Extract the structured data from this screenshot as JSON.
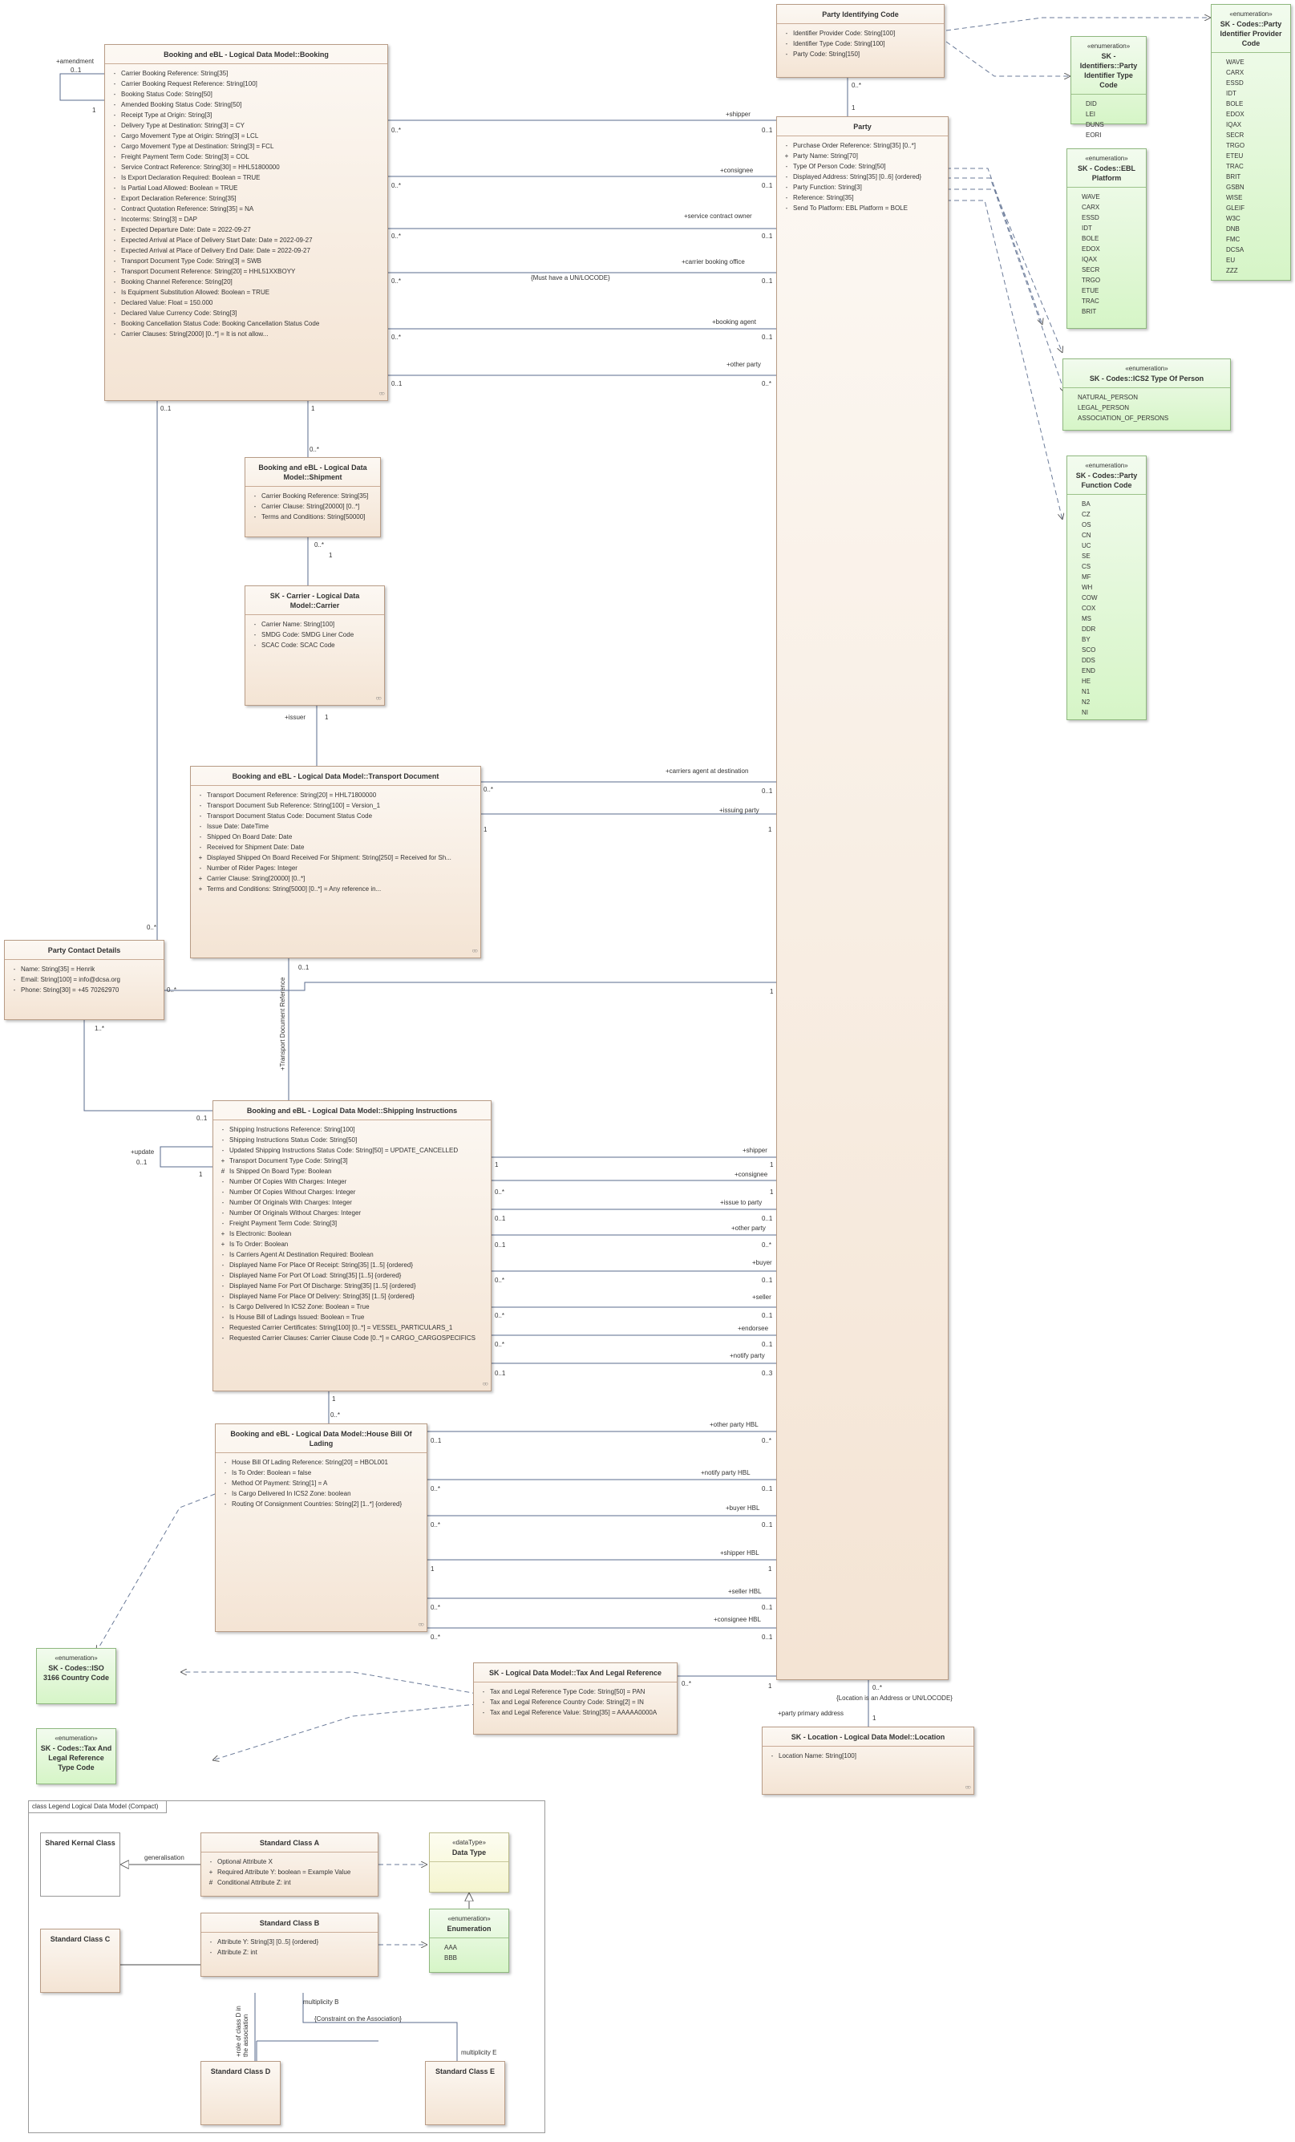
{
  "legend_frame_title": "class Legend Logical Data Model (Compact)",
  "classes": {
    "booking": {
      "name": "Booking and eBL - Logical Data Model::Booking",
      "attributes": [
        {
          "vis": "-",
          "text": "Carrier Booking Reference: String[35]"
        },
        {
          "vis": "-",
          "text": "Carrier Booking Request Reference: String[100]"
        },
        {
          "vis": "-",
          "text": "Booking Status Code: String[50]"
        },
        {
          "vis": "-",
          "text": "Amended Booking Status Code: String[50]"
        },
        {
          "vis": "-",
          "text": "Receipt Type at Origin: String[3]"
        },
        {
          "vis": "-",
          "text": "Delivery Type at Destination: String[3] = CY"
        },
        {
          "vis": "-",
          "text": "Cargo Movement Type at Origin: String[3] = LCL"
        },
        {
          "vis": "-",
          "text": "Cargo Movement Type at Destination: String[3] = FCL"
        },
        {
          "vis": "-",
          "text": "Freight Payment Term Code: String[3] = COL"
        },
        {
          "vis": "-",
          "text": "Service Contract Reference: String[30] = HHL51800000"
        },
        {
          "vis": "-",
          "text": "Is Export Declaration Required: Boolean = TRUE"
        },
        {
          "vis": "-",
          "text": "Is Partial Load Allowed: Boolean = TRUE"
        },
        {
          "vis": "-",
          "text": "Export Declaration Reference: String[35]"
        },
        {
          "vis": "-",
          "text": "Contract Quotation Reference: String[35] = NA"
        },
        {
          "vis": "-",
          "text": "Incoterms: String[3] = DAP"
        },
        {
          "vis": "-",
          "text": "Expected Departure Date: Date = 2022-09-27"
        },
        {
          "vis": "-",
          "text": "Expected Arrival at Place of Delivery Start Date: Date = 2022-09-27"
        },
        {
          "vis": "-",
          "text": "Expected Arrival at Place of Delivery End Date: Date = 2022-09-27"
        },
        {
          "vis": "-",
          "text": "Transport Document Type Code: String[3] = SWB"
        },
        {
          "vis": "-",
          "text": "Transport Document Reference: String[20] = HHL51XXBOYY"
        },
        {
          "vis": "-",
          "text": "Booking Channel Reference: String[20]"
        },
        {
          "vis": "-",
          "text": "Is Equipment Substitution Allowed: Boolean = TRUE"
        },
        {
          "vis": "-",
          "text": "Declared Value: Float = 150.000"
        },
        {
          "vis": "-",
          "text": "Declared Value Currency Code: String[3]"
        },
        {
          "vis": "-",
          "text": "Booking Cancellation Status Code: Booking Cancellation Status Code"
        },
        {
          "vis": "-",
          "text": "Carrier Clauses: String[2000] [0..*] = It is not allow..."
        }
      ]
    },
    "shipment": {
      "name": "Booking and eBL - Logical Data Model::Shipment",
      "attributes": [
        {
          "vis": "-",
          "text": "Carrier Booking Reference: String[35]"
        },
        {
          "vis": "-",
          "text": "Carrier Clause: String[20000] [0..*]"
        },
        {
          "vis": "-",
          "text": "Terms and Conditions: String[50000]"
        }
      ]
    },
    "carrier": {
      "name": "SK - Carrier - Logical Data Model::Carrier",
      "attributes": [
        {
          "vis": "-",
          "text": "Carrier Name: String[100]"
        },
        {
          "vis": "-",
          "text": "SMDG Code: SMDG Liner Code"
        },
        {
          "vis": "-",
          "text": "SCAC Code: SCAC Code"
        }
      ]
    },
    "transport_document": {
      "name": "Booking and eBL - Logical Data Model::Transport Document",
      "attributes": [
        {
          "vis": "-",
          "text": "Transport Document Reference: String[20] = HHL71800000"
        },
        {
          "vis": "-",
          "text": "Transport Document Sub Reference: String[100] = Version_1"
        },
        {
          "vis": "-",
          "text": "Transport Document Status Code: Document Status Code"
        },
        {
          "vis": "-",
          "text": "Issue Date: DateTime"
        },
        {
          "vis": "-",
          "text": "Shipped On Board Date: Date"
        },
        {
          "vis": "-",
          "text": "Received for Shipment Date: Date"
        },
        {
          "vis": "+",
          "text": "Displayed Shipped On Board Received For Shipment: String[250] = Received for Sh..."
        },
        {
          "vis": "-",
          "text": "Number of Rider Pages: Integer"
        },
        {
          "vis": "+",
          "text": "Carrier Clause: String[20000] [0..*]"
        },
        {
          "vis": "+",
          "text": "Terms and Conditions: String[5000] [0..*] = Any reference in..."
        }
      ]
    },
    "party_contact": {
      "name": "Party Contact Details",
      "attributes": [
        {
          "vis": "-",
          "text": "Name: String[35] = Henrik"
        },
        {
          "vis": "-",
          "text": "Email: String[100] = info@dcsa.org"
        },
        {
          "vis": "-",
          "text": "Phone: String[30] = +45 70262970"
        }
      ]
    },
    "shipping_instructions": {
      "name": "Booking and eBL - Logical Data Model::Shipping Instructions",
      "attributes": [
        {
          "vis": "-",
          "text": "Shipping Instructions Reference: String[100]"
        },
        {
          "vis": "-",
          "text": "Shipping Instructions Status Code: String[50]"
        },
        {
          "vis": "-",
          "text": "Updated Shipping Instructions Status Code: String[50] = UPDATE_CANCELLED"
        },
        {
          "vis": "+",
          "text": "Transport Document Type Code: String[3]"
        },
        {
          "vis": "#",
          "text": "Is Shipped On Board Type: Boolean"
        },
        {
          "vis": "-",
          "text": "Number Of Copies With Charges: Integer"
        },
        {
          "vis": "-",
          "text": "Number Of Copies Without Charges: Integer"
        },
        {
          "vis": "-",
          "text": "Number Of Originals With Charges: Integer"
        },
        {
          "vis": "-",
          "text": "Number Of Originals Without Charges: Integer"
        },
        {
          "vis": "-",
          "text": "Freight Payment Term Code: String[3]"
        },
        {
          "vis": "+",
          "text": "Is Electronic: Boolean"
        },
        {
          "vis": "+",
          "text": "Is To Order: Boolean"
        },
        {
          "vis": "-",
          "text": "Is Carriers Agent At Destination Required: Boolean"
        },
        {
          "vis": "-",
          "text": "Displayed Name For Place Of Receipt: String[35] [1..5] {ordered}"
        },
        {
          "vis": "-",
          "text": "Displayed Name For Port Of Load: String[35] [1..5] {ordered}"
        },
        {
          "vis": "-",
          "text": "Displayed Name For Port Of Discharge: String[35] [1..5] {ordered}"
        },
        {
          "vis": "-",
          "text": "Displayed Name For Place Of Delivery: String[35] [1..5] {ordered}"
        },
        {
          "vis": "-",
          "text": "Is Cargo Delivered In ICS2 Zone: Boolean = True"
        },
        {
          "vis": "-",
          "text": "Is House Bill of Ladings Issued: Boolean = True"
        },
        {
          "vis": "-",
          "text": "Requested Carrier Certificates: String[100] [0..*] = VESSEL_PARTICULARS_1"
        },
        {
          "vis": "-",
          "text": "Requested Carrier Clauses: Carrier Clause Code [0..*] = CARGO_CARGOSPECIFICS"
        }
      ]
    },
    "hbl": {
      "name": "Booking and eBL - Logical Data Model::House Bill Of Lading",
      "attributes": [
        {
          "vis": "-",
          "text": "House Bill Of Lading Reference: String[20] = HBOL001"
        },
        {
          "vis": "-",
          "text": "Is To Order: Boolean = false"
        },
        {
          "vis": "-",
          "text": "Method Of Payment: String[1] = A"
        },
        {
          "vis": "-",
          "text": "Is Cargo Delivered In ICS2 Zone: boolean"
        },
        {
          "vis": "-",
          "text": "Routing Of Consignment Countries: String[2] [1..*] {ordered}"
        }
      ]
    },
    "party_identifying_code": {
      "name": "Party Identifying Code",
      "attributes": [
        {
          "vis": "-",
          "text": "Identifier Provider Code: String[100]"
        },
        {
          "vis": "-",
          "text": "Identifier Type Code: String[100]"
        },
        {
          "vis": "-",
          "text": "Party Code: String[150]"
        }
      ]
    },
    "party": {
      "name": "Party",
      "attributes": [
        {
          "vis": "-",
          "text": "Purchase Order Reference: String[35] [0..*]"
        },
        {
          "vis": "+",
          "text": "Party Name: String[70]"
        },
        {
          "vis": "-",
          "text": "Type Of Person Code: String[50]"
        },
        {
          "vis": "-",
          "text": "Displayed Address: String[35] [0..6] {ordered}"
        },
        {
          "vis": "-",
          "text": "Party Function: String[3]"
        },
        {
          "vis": "-",
          "text": "Reference: String[35]"
        },
        {
          "vis": "-",
          "text": "Send To Platform: EBL Platform = BOLE"
        }
      ]
    },
    "tax_legal": {
      "name": "SK - Logical Data Model::Tax And Legal Reference",
      "attributes": [
        {
          "vis": "-",
          "text": "Tax and Legal Reference Type Code: String[50] = PAN"
        },
        {
          "vis": "-",
          "text": "Tax and Legal Reference Country Code: String[2] = IN"
        },
        {
          "vis": "-",
          "text": "Tax and Legal Reference Value: String[35] = AAAAA0000A"
        }
      ]
    },
    "location": {
      "name": "SK - Location - Logical Data Model::Location",
      "attributes": [
        {
          "vis": "-",
          "text": "Location Name: String[100]"
        }
      ]
    }
  },
  "enumerations": {
    "provider_code": {
      "stereotype": "«enumeration»",
      "name": "SK - Codes::Party Identifier Provider Code",
      "literals": [
        "WAVE",
        "CARX",
        "ESSD",
        "IDT",
        "BOLE",
        "EDOX",
        "IQAX",
        "SECR",
        "TRGO",
        "ETEU",
        "TRAC",
        "BRIT",
        "GSBN",
        "WISE",
        "GLEIF",
        "W3C",
        "DNB",
        "FMC",
        "DCSA",
        "EU",
        "ZZZ"
      ]
    },
    "type_code": {
      "stereotype": "«enumeration»",
      "name": "SK - Identifiers::Party Identifier Type Code",
      "literals": [
        "DID",
        "LEI",
        "DUNS",
        "EORI"
      ]
    },
    "ebl_platform": {
      "stereotype": "«enumeration»",
      "name": "SK - Codes::EBL Platform",
      "literals": [
        "WAVE",
        "CARX",
        "ESSD",
        "IDT",
        "BOLE",
        "EDOX",
        "IQAX",
        "SECR",
        "TRGO",
        "ETUE",
        "TRAC",
        "BRIT"
      ]
    },
    "ics2": {
      "stereotype": "«enumeration»",
      "name": "SK - Codes::ICS2 Type Of Person",
      "literals": [
        "NATURAL_PERSON",
        "LEGAL_PERSON",
        "ASSOCIATION_OF_PERSONS"
      ]
    },
    "party_function": {
      "stereotype": "«enumeration»",
      "name": "SK - Codes::Party Function Code",
      "literals": [
        "BA",
        "CZ",
        "OS",
        "CN",
        "UC",
        "SE",
        "CS",
        "MF",
        "WH",
        "COW",
        "COX",
        "MS",
        "DDR",
        "BY",
        "SCO",
        "DDS",
        "END",
        "HE",
        "N1",
        "N2",
        "NI"
      ]
    },
    "iso3166": {
      "stereotype": "«enumeration»",
      "name": "SK - Codes::ISO 3166 Country Code",
      "literals": []
    },
    "tax_type": {
      "stereotype": "«enumeration»",
      "name": "SK - Codes::Tax And Legal Reference Type Code",
      "literals": []
    }
  },
  "legend": {
    "shared_kernal": "Shared Kernal Class",
    "class_a": {
      "name": "Standard Class A",
      "attributes": [
        {
          "vis": "-",
          "text": "Optional Attribute X"
        },
        {
          "vis": "+",
          "text": "Required Attribute Y: boolean = Example Value"
        },
        {
          "vis": "#",
          "text": "Conditional Attribute Z: int"
        }
      ]
    },
    "data_type": {
      "stereotype": "«dataType»",
      "name": "Data Type"
    },
    "enumeration": {
      "stereotype": "«enumeration»",
      "name": "Enumeration",
      "literals": [
        "AAA",
        "BBB"
      ]
    },
    "class_b": {
      "name": "Standard Class B",
      "attributes": [
        {
          "vis": "-",
          "text": "Attribute Y: String[3] [0..5] {ordered}"
        },
        {
          "vis": "-",
          "text": "Attribute Z: int"
        }
      ]
    },
    "class_c": "Standard Class C",
    "class_d": "Standard Class D",
    "class_e": "Standard Class E",
    "generalisation": "generalisation",
    "multiplicity_b": "multiplicity B",
    "multiplicity_e": "multiplicity E",
    "constraint": "{Constraint on the Association}",
    "role": "+role of class D in the association"
  },
  "labels": {
    "amendment": "+amendment",
    "amend_m1": "0..1",
    "amend_m2": "1",
    "shipper": "+shipper",
    "consignee": "+consignee",
    "sco": "+service contract owner",
    "cbo": "+carrier booking office",
    "unlocode_note": "{Must have a UN/LOCODE}",
    "booking_agent": "+booking agent",
    "other_party": "+other party",
    "m_0star": "0..*",
    "m_01": "0..1",
    "m_1": "1",
    "m_03": "0..3",
    "issuer": "+issuer",
    "carriers_agent": "+carriers agent at destination",
    "issuing_party": "+issuing party",
    "transport_doc_ref": "+Transport Document Reference",
    "update": "+update",
    "si_issue_to": "+issue to party",
    "si_buyer": "+buyer",
    "si_seller": "+seller",
    "si_endorsee": "+endorsee",
    "si_notify": "+notify party",
    "hbl_other": "+other party HBL",
    "hbl_notify": "+notify party HBL",
    "hbl_buyer": "+buyer HBL",
    "hbl_shipper": "+shipper HBL",
    "hbl_seller": "+seller HBL",
    "hbl_consignee": "+consignee HBL",
    "loc_note": "{Location is an Address or UN/LOCODE}",
    "party_primary_address": "+party primary address"
  }
}
